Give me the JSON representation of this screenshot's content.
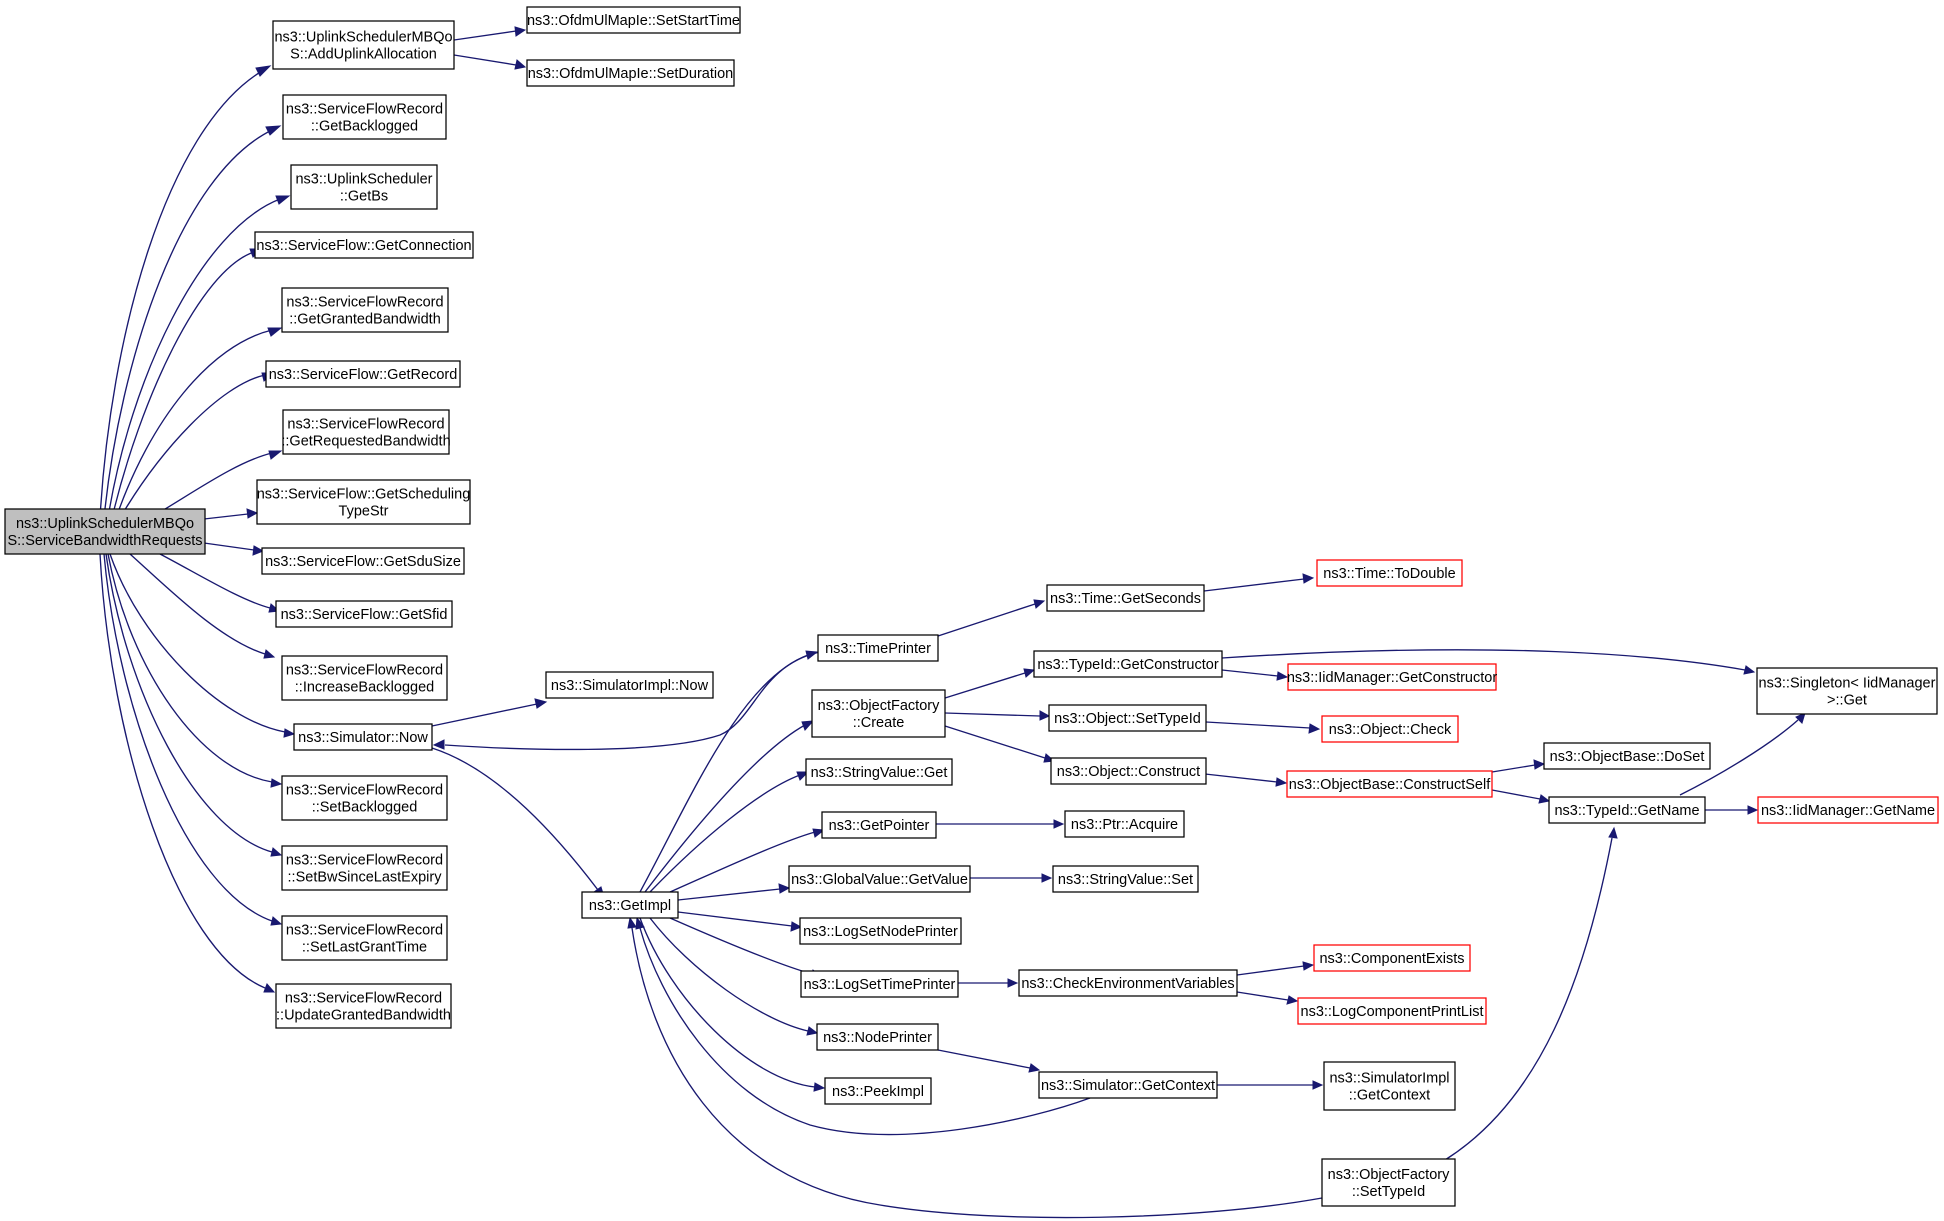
{
  "nodes": [
    {
      "id": "root",
      "lines": [
        "ns3::UplinkSchedulerMBQo",
        "S::ServiceBandwidthRequests"
      ],
      "style": "root"
    },
    {
      "id": "addUplink",
      "lines": [
        "ns3::UplinkSchedulerMBQo",
        "S::AddUplinkAllocation"
      ]
    },
    {
      "id": "setStart",
      "lines": [
        "ns3::OfdmUlMapIe::SetStartTime"
      ]
    },
    {
      "id": "setDur",
      "lines": [
        "ns3::OfdmUlMapIe::SetDuration"
      ]
    },
    {
      "id": "getBacklogged",
      "lines": [
        "ns3::ServiceFlowRecord",
        "::GetBacklogged"
      ]
    },
    {
      "id": "getBs",
      "lines": [
        "ns3::UplinkScheduler",
        "::GetBs"
      ]
    },
    {
      "id": "getConn",
      "lines": [
        "ns3::ServiceFlow::GetConnection"
      ]
    },
    {
      "id": "getGranted",
      "lines": [
        "ns3::ServiceFlowRecord",
        "::GetGrantedBandwidth"
      ]
    },
    {
      "id": "getRecord",
      "lines": [
        "ns3::ServiceFlow::GetRecord"
      ]
    },
    {
      "id": "getReqBw",
      "lines": [
        "ns3::ServiceFlowRecord",
        "::GetRequestedBandwidth"
      ]
    },
    {
      "id": "getSchedType",
      "lines": [
        "ns3::ServiceFlow::GetScheduling",
        "TypeStr"
      ]
    },
    {
      "id": "getSdu",
      "lines": [
        "ns3::ServiceFlow::GetSduSize"
      ]
    },
    {
      "id": "getSfid",
      "lines": [
        "ns3::ServiceFlow::GetSfid"
      ]
    },
    {
      "id": "incBacklog",
      "lines": [
        "ns3::ServiceFlowRecord",
        "::IncreaseBacklogged"
      ]
    },
    {
      "id": "simNow",
      "lines": [
        "ns3::Simulator::Now"
      ]
    },
    {
      "id": "setBacklogged",
      "lines": [
        "ns3::ServiceFlowRecord",
        "::SetBacklogged"
      ]
    },
    {
      "id": "setBwSince",
      "lines": [
        "ns3::ServiceFlowRecord",
        "::SetBwSinceLastExpiry"
      ]
    },
    {
      "id": "setLastGrant",
      "lines": [
        "ns3::ServiceFlowRecord",
        "::SetLastGrantTime"
      ]
    },
    {
      "id": "updGranted",
      "lines": [
        "ns3::ServiceFlowRecord",
        "::UpdateGrantedBandwidth"
      ]
    },
    {
      "id": "simImplNow",
      "lines": [
        "ns3::SimulatorImpl::Now"
      ]
    },
    {
      "id": "getImpl",
      "lines": [
        "ns3::GetImpl"
      ]
    },
    {
      "id": "timePrinter",
      "lines": [
        "ns3::TimePrinter"
      ]
    },
    {
      "id": "objFactCreate",
      "lines": [
        "ns3::ObjectFactory",
        "::Create"
      ]
    },
    {
      "id": "strValGet",
      "lines": [
        "ns3::StringValue::Get"
      ]
    },
    {
      "id": "getPointer",
      "lines": [
        "ns3::GetPointer"
      ]
    },
    {
      "id": "globalValGet",
      "lines": [
        "ns3::GlobalValue::GetValue"
      ]
    },
    {
      "id": "logSetNode",
      "lines": [
        "ns3::LogSetNodePrinter"
      ]
    },
    {
      "id": "logSetTime",
      "lines": [
        "ns3::LogSetTimePrinter"
      ]
    },
    {
      "id": "nodePrinter",
      "lines": [
        "ns3::NodePrinter"
      ]
    },
    {
      "id": "peekImpl",
      "lines": [
        "ns3::PeekImpl"
      ]
    },
    {
      "id": "timeGetSec",
      "lines": [
        "ns3::Time::GetSeconds"
      ]
    },
    {
      "id": "timeToDouble",
      "lines": [
        "ns3::Time::ToDouble"
      ],
      "style": "red"
    },
    {
      "id": "typeIdGetCtor",
      "lines": [
        "ns3::TypeId::GetConstructor"
      ]
    },
    {
      "id": "iidGetCtor",
      "lines": [
        "ns3::IidManager::GetConstructor"
      ],
      "style": "red"
    },
    {
      "id": "objSetTypeId",
      "lines": [
        "ns3::Object::SetTypeId"
      ]
    },
    {
      "id": "objCheck",
      "lines": [
        "ns3::Object::Check"
      ],
      "style": "red"
    },
    {
      "id": "objConstruct",
      "lines": [
        "ns3::Object::Construct"
      ]
    },
    {
      "id": "objBaseCS",
      "lines": [
        "ns3::ObjectBase::ConstructSelf"
      ],
      "style": "red"
    },
    {
      "id": "objBaseDoSet",
      "lines": [
        "ns3::ObjectBase::DoSet"
      ]
    },
    {
      "id": "typeIdGetName",
      "lines": [
        "ns3::TypeId::GetName"
      ]
    },
    {
      "id": "iidGetName",
      "lines": [
        "ns3::IidManager::GetName"
      ],
      "style": "red"
    },
    {
      "id": "singletonGet",
      "lines": [
        "ns3::Singleton< IidManager",
        " >::Get"
      ]
    },
    {
      "id": "ptrAcquire",
      "lines": [
        "ns3::Ptr::Acquire"
      ]
    },
    {
      "id": "strValSet",
      "lines": [
        "ns3::StringValue::Set"
      ]
    },
    {
      "id": "checkEnvVars",
      "lines": [
        "ns3::CheckEnvironmentVariables"
      ]
    },
    {
      "id": "compExists",
      "lines": [
        "ns3::ComponentExists"
      ],
      "style": "red"
    },
    {
      "id": "logCompPrint",
      "lines": [
        "ns3::LogComponentPrintList"
      ],
      "style": "red"
    },
    {
      "id": "simGetCtx",
      "lines": [
        "ns3::Simulator::GetContext"
      ]
    },
    {
      "id": "simImplGetCtx",
      "lines": [
        "ns3::SimulatorImpl",
        "::GetContext"
      ]
    },
    {
      "id": "objFactSetTypeId",
      "lines": [
        "ns3::ObjectFactory",
        "::SetTypeId"
      ]
    }
  ]
}
